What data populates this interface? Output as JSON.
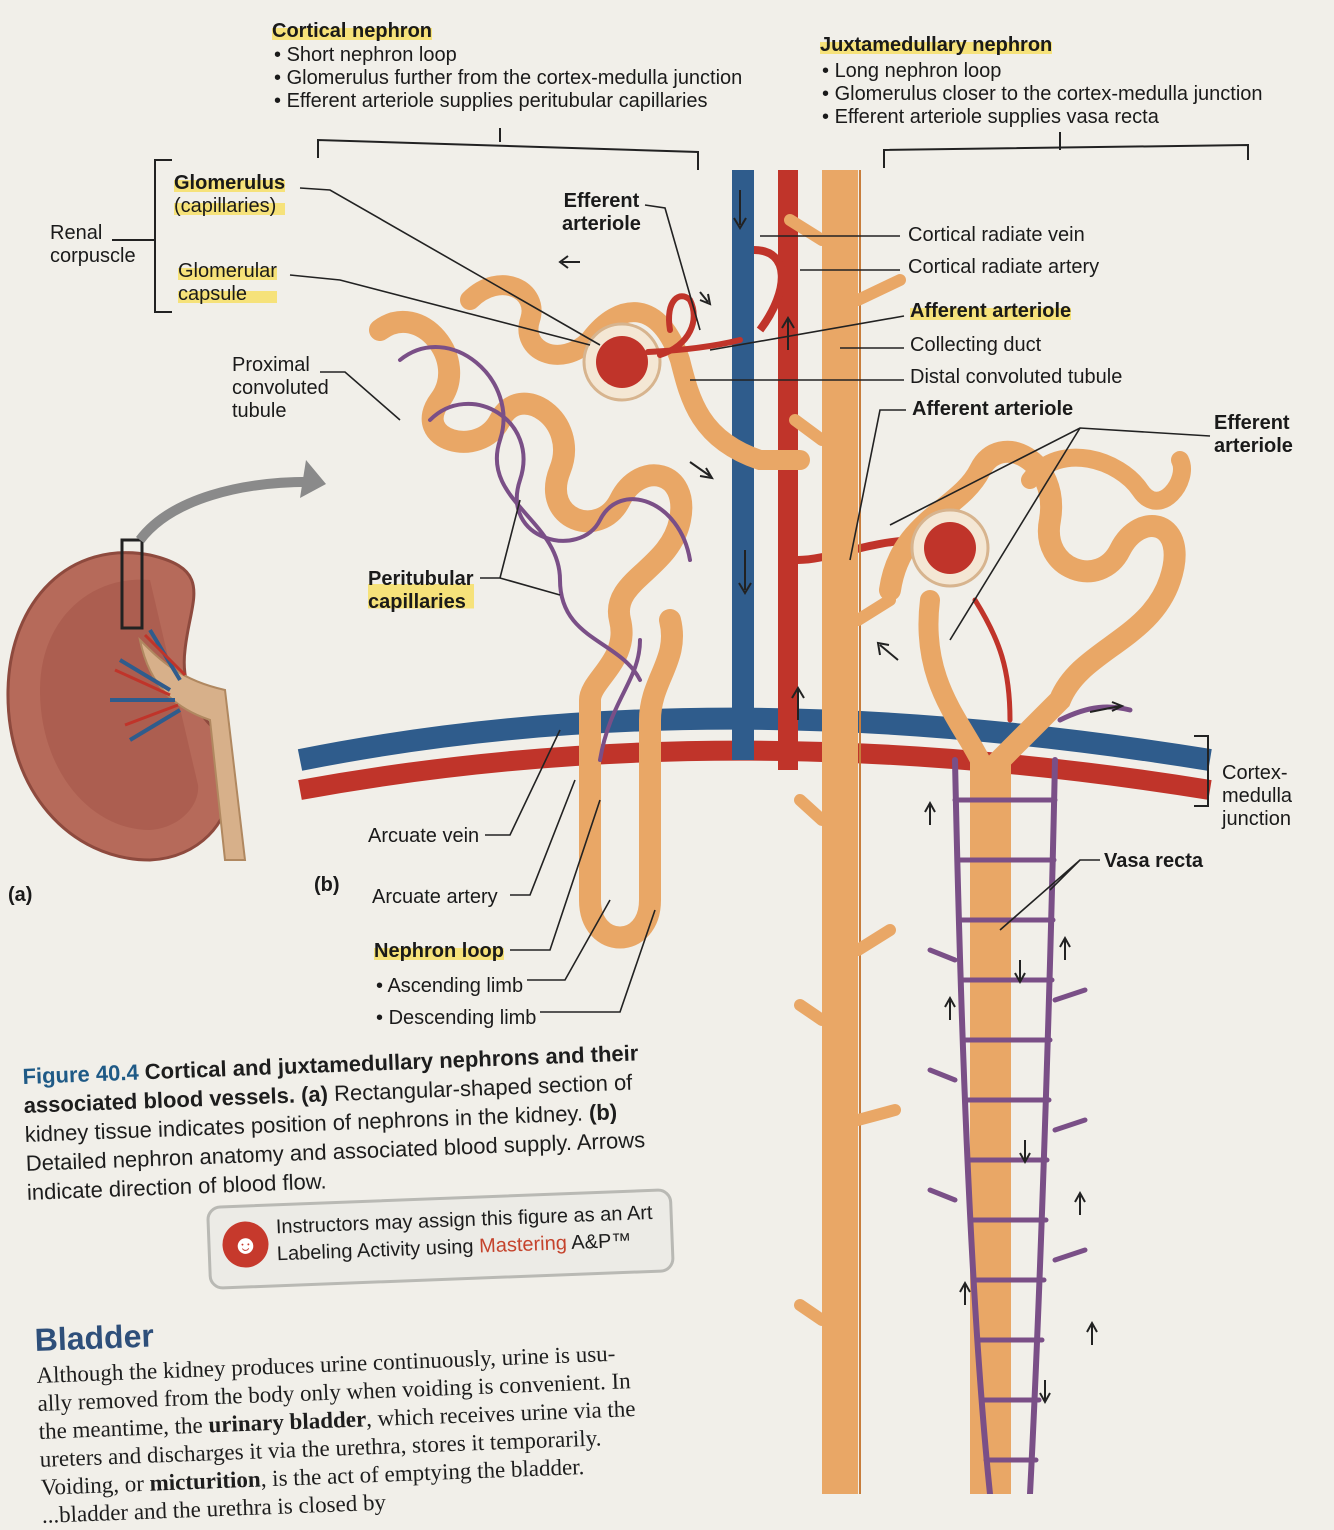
{
  "cortical": {
    "title": "Cortical nephron",
    "bullets": [
      "Short nephron loop",
      "Glomerulus further from the cortex-medulla junction",
      "Efferent arteriole supplies peritubular capillaries"
    ]
  },
  "juxta": {
    "title": "Juxtamedullary nephron",
    "bullets": [
      "Long nephron loop",
      "Glomerulus closer to the cortex-medulla junction",
      "Efferent arteriole supplies vasa recta"
    ]
  },
  "labels": {
    "renal_corpuscle": [
      "Renal",
      "corpuscle"
    ],
    "glomerulus": "Glomerulus",
    "glomerulus_sub": "(capillaries)",
    "glomerular_capsule": [
      "Glomerular",
      "capsule"
    ],
    "pct": [
      "Proximal",
      "convoluted",
      "tubule"
    ],
    "efferent_1": [
      "Efferent",
      "arteriole"
    ],
    "cortical_radiate_vein": "Cortical radiate vein",
    "cortical_radiate_artery": "Cortical radiate artery",
    "afferent_1": "Afferent arteriole",
    "collecting_duct": "Collecting duct",
    "dct": "Distal convoluted tubule",
    "afferent_2": "Afferent arteriole",
    "efferent_2": [
      "Efferent",
      "arteriole"
    ],
    "peritubular": [
      "Peritubular",
      "capillaries"
    ],
    "arcuate_vein": "Arcuate vein",
    "arcuate_artery": "Arcuate artery",
    "nephron_loop": "Nephron loop",
    "ascending": "Ascending limb",
    "descending": "Descending limb",
    "cortex_medulla": [
      "Cortex-",
      "medulla",
      "junction"
    ],
    "vasa_recta": "Vasa recta",
    "panel_a": "(a)",
    "panel_b": "(b)"
  },
  "caption": {
    "fig": "Figure 40.4",
    "title": "Cortical and juxtamedullary nephrons and their associated blood vessels.",
    "a_marker": "(a)",
    "a_text": "Rectangular-shaped section of kidney tissue indicates position of nephrons in the kidney.",
    "b_marker": "(b)",
    "b_text": "Detailed nephron anatomy and associated blood supply. Arrows indicate direction of blood flow."
  },
  "mastering": {
    "line1": "Instructors may assign this figure as an Art",
    "line2_pre": "Labeling Activity using ",
    "brand": "Mastering",
    "suffix": " A&P™"
  },
  "section": {
    "heading": "Bladder",
    "p1": "Although the kidney produces urine continuously, urine is usu-",
    "p2": "ally removed from the body only when voiding is convenient. In",
    "p3_pre": "the meantime, the ",
    "p3_bold": "urinary bladder",
    "p3_post": ", which receives urine via the",
    "p4": "ureters and discharges it via the urethra, stores it temporarily.",
    "p5_pre": "Voiding, or ",
    "p5_bold": "micturition",
    "p5_post": ", is the act of emptying the bladder.",
    "p6": "...bladder and the urethra is closed by"
  },
  "colors": {
    "tubule": "#e9a766",
    "vein": "#2f5c8c",
    "artery": "#c0342a",
    "capillary": "#7a4f87",
    "highlight": "#f6e27a"
  }
}
